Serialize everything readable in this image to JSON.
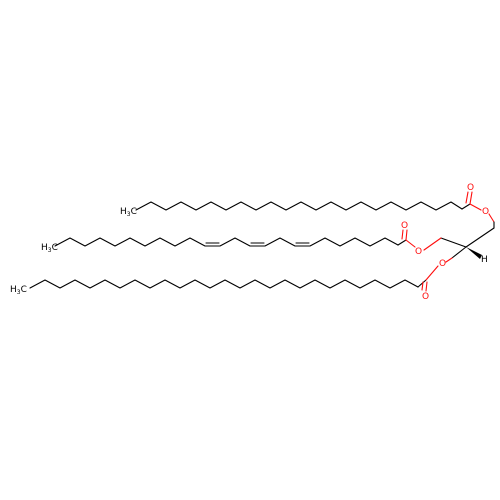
{
  "molecule": {
    "ester_oxygen_label": "O",
    "carbonyl_oxygen_label": "O",
    "methyl_label_main": "H",
    "methyl_label_prefix": "C",
    "methyl_label_subscript": "3",
    "methyl_label_c": "CH",
    "methyl_label_sub": "3",
    "stereo_h_label": "H"
  },
  "colors": {
    "carbon_bond": "#000000",
    "oxygen": "#ff0d0d"
  }
}
